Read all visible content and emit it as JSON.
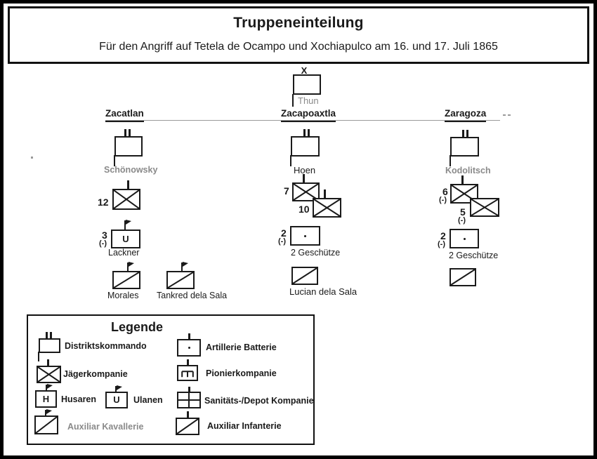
{
  "title": {
    "heading": "Truppeneinteilung",
    "subtitle": "Für den Angriff auf Tetela de Ocampo und Xochiapulco am 16. und 17. Juli 1865"
  },
  "commander": {
    "echelon_mark": "X",
    "name": "Thun"
  },
  "columns": {
    "left": "Zacatlan",
    "center": "Zacapoaxtla",
    "right": "Zaragoza"
  },
  "units": {
    "schoenowsky": {
      "name": "Schönowsky"
    },
    "jaeger12": {
      "number": "12"
    },
    "ulanen3": {
      "number": "3",
      "minus": "(-)",
      "letter": "U",
      "name": "Lackner"
    },
    "morales": {
      "name": "Morales"
    },
    "tankred": {
      "name": "Tankred dela Sala"
    },
    "hoen": {
      "name": "Hoen"
    },
    "jaeger7": {
      "number": "7"
    },
    "jaeger10": {
      "number": "10"
    },
    "battery_center": {
      "number": "2",
      "minus": "(-)",
      "caption": "2 Geschütze"
    },
    "lucian": {
      "name": "Lucian dela Sala"
    },
    "kodolitsch": {
      "name": "Kodolitsch"
    },
    "jaeger6": {
      "number": "6",
      "minus": "(-)"
    },
    "jaeger5": {
      "number": "5",
      "minus": "(-)"
    },
    "battery_right": {
      "number": "2",
      "minus": "(-)",
      "caption": "2 Geschütze"
    }
  },
  "legend": {
    "title": "Legende",
    "items": {
      "distrikt": {
        "label": "Distriktskommando"
      },
      "jaeger": {
        "label": "Jägerkompanie"
      },
      "husaren": {
        "label": "Husaren",
        "letter": "H"
      },
      "ulanen": {
        "label": "Ulanen",
        "letter": "U"
      },
      "aux_kav": {
        "label": "Auxiliar Kavallerie"
      },
      "artillerie": {
        "label": "Artillerie Batterie"
      },
      "pionier": {
        "label": "Pionierkompanie"
      },
      "sanitaets": {
        "label": "Sanitäts-/Depot Kompanie"
      },
      "aux_inf": {
        "label": "Auxiliar Infanterie"
      }
    }
  },
  "colors": {
    "ink": "#1a1a1a",
    "muted": "#8a8a8a"
  }
}
